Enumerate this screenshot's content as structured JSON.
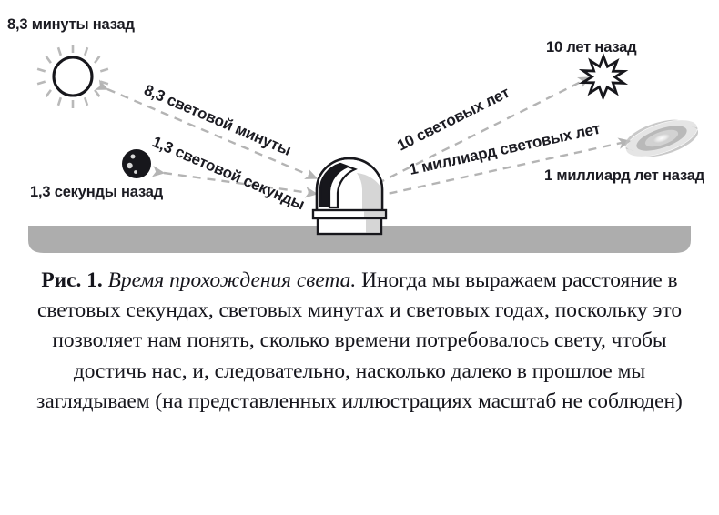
{
  "figure": {
    "ground": {
      "color": "#adadad"
    },
    "arrow_color": "#b4b4b4",
    "observatory": {
      "icon": "observatory-dome-icon"
    },
    "objects": [
      {
        "key": "sun",
        "icon": "sun-icon",
        "endpoint_label": "8,3 минуты назад",
        "arrow_label": "8,3 световой минуты"
      },
      {
        "key": "moon",
        "icon": "moon-crescent-icon",
        "endpoint_label": "1,3 секунды назад",
        "arrow_label": "1,3 световой секунды"
      },
      {
        "key": "star",
        "icon": "star-burst-icon",
        "endpoint_label": "10 лет назад",
        "arrow_label": "10 световых лет"
      },
      {
        "key": "galaxy",
        "icon": "galaxy-icon",
        "endpoint_label": "1 миллиард лет назад",
        "arrow_label": "1 миллиард световых лет"
      }
    ]
  },
  "caption": {
    "number": "Рис. 1.",
    "title": "Время прохождения света.",
    "body": "Иногда мы выражаем расстояние в световых секундах, световых минутах и световых годах, поскольку это позволяет нам понять, сколько времени потребовалось свету, чтобы достичь нас, и, следовательно, насколько далеко в прошлое мы заглядываем (на представленных иллюстрациях масштаб не соблюден)"
  }
}
